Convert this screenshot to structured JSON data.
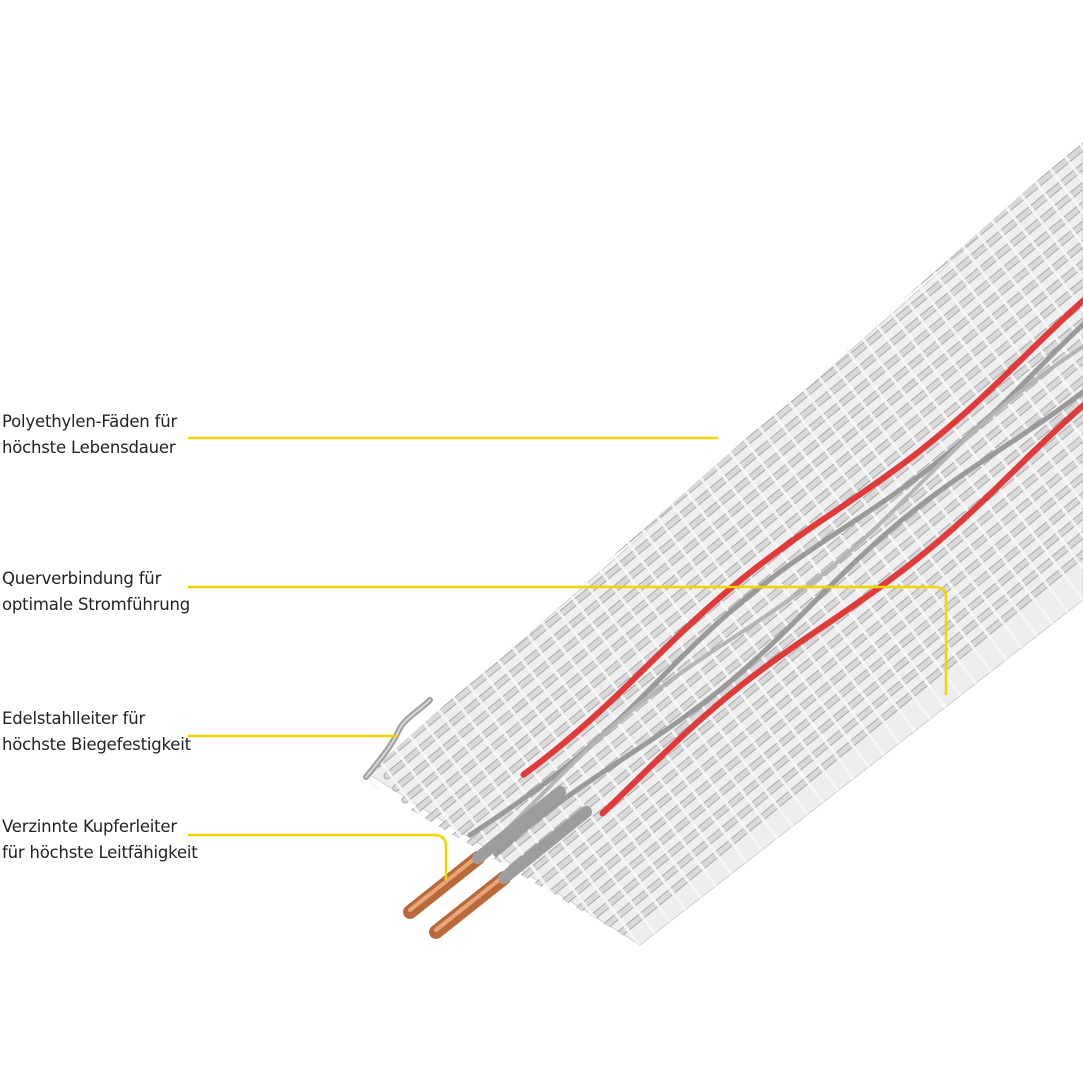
{
  "colors": {
    "leader_line": "#f2d500",
    "polyethylene": "#d9d9d9",
    "polyethylene_shadow": "#a9a9a9",
    "steel": "#9a9a9a",
    "red_tracer": "#e03a3a",
    "copper": "#c87a4a",
    "background": "#ffffff"
  },
  "annotations": [
    {
      "id": "polyethylene",
      "lines": [
        "Polyethylen-Fäden für",
        "höchste Lebensdauer"
      ]
    },
    {
      "id": "cross-connection",
      "lines": [
        "Querverbindung für",
        "optimale Stromführung"
      ]
    },
    {
      "id": "stainless-steel",
      "lines": [
        "Edelstahlleiter für",
        "höchste Biegefestigkeit"
      ]
    },
    {
      "id": "copper",
      "lines": [
        "Verzinnte Kupferleiter",
        "für höchste Leitfähigkeit"
      ]
    }
  ]
}
